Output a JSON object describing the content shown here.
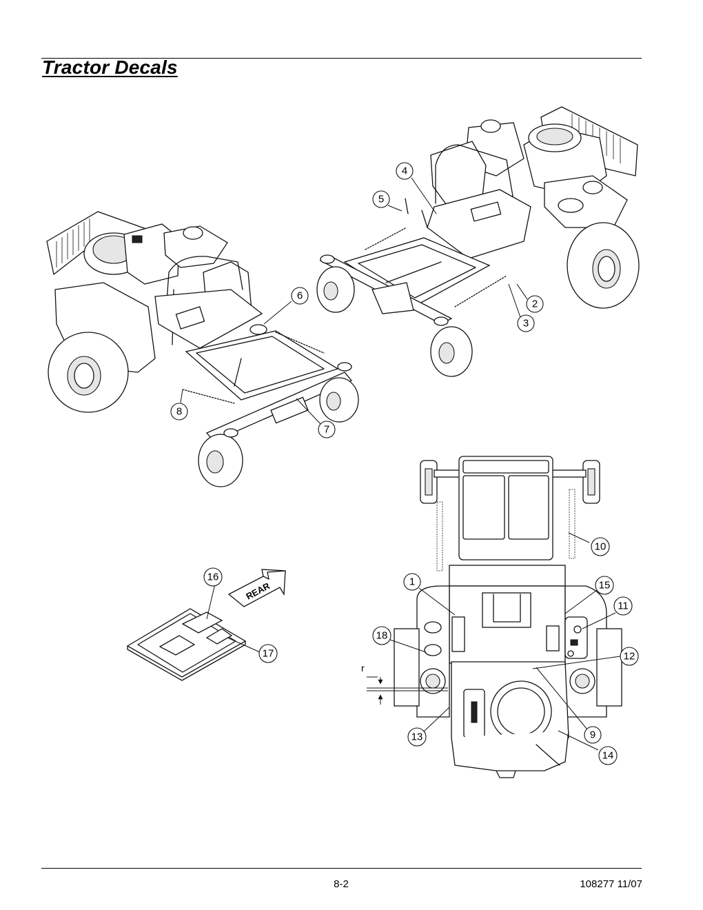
{
  "page": {
    "title": "Tractor Decals",
    "page_number": "8-2",
    "doc_code": "108277 11/07"
  },
  "callouts": [
    "1",
    "2",
    "3",
    "4",
    "5",
    "6",
    "7",
    "8",
    "9",
    "10",
    "11",
    "12",
    "13",
    "14",
    "15",
    "16",
    "17",
    "18"
  ],
  "arrow_decal_text": "REAR",
  "dimension_marker": "r"
}
